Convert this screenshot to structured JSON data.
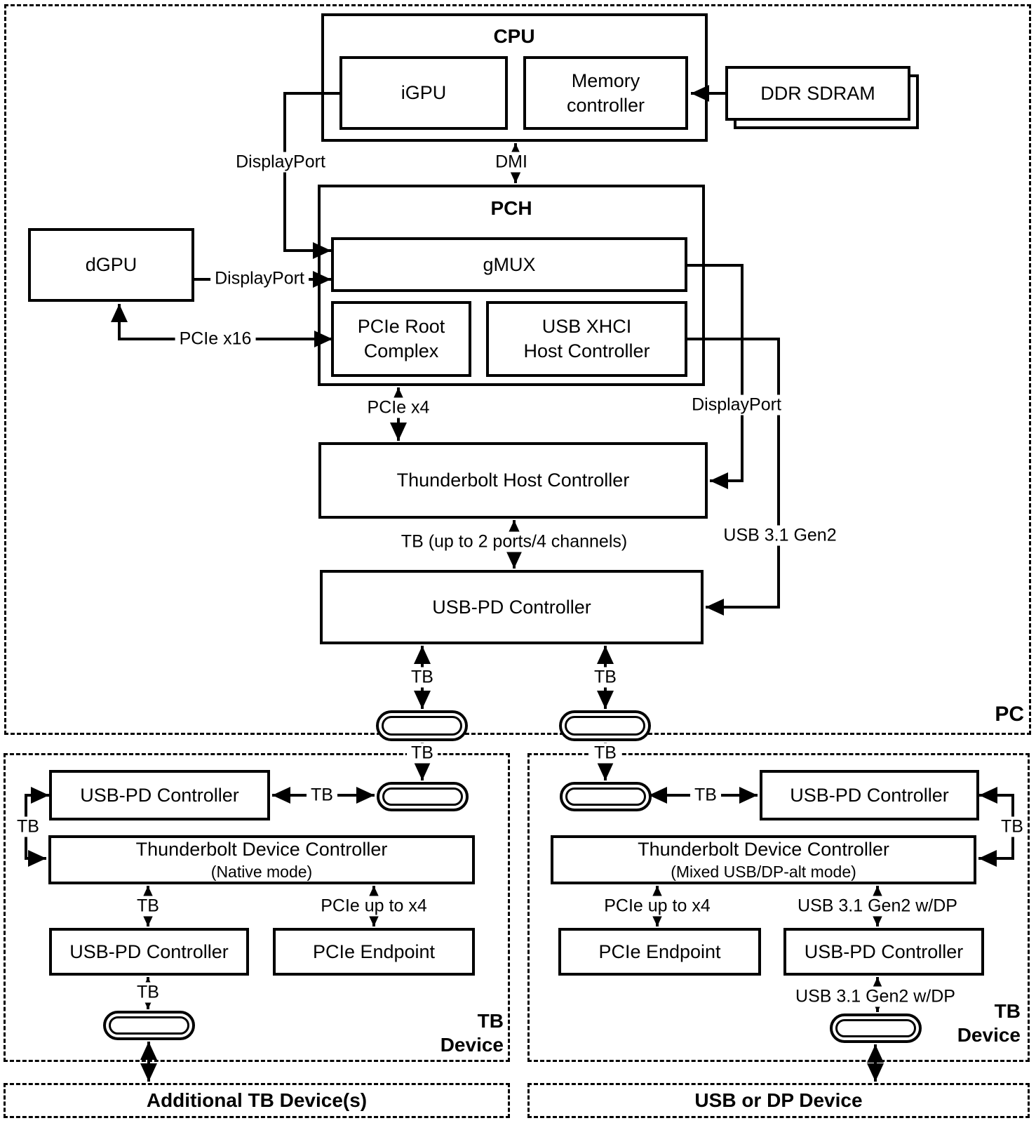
{
  "colors": {
    "ink": "#000000",
    "background": "#ffffff"
  },
  "pc": {
    "label": "PC",
    "cpu": {
      "title": "CPU",
      "igpu": "iGPU",
      "mem_line1": "Memory",
      "mem_line2": "controller"
    },
    "ddr_label": "DDR SDRAM",
    "dgpu_label": "dGPU",
    "pch": {
      "title": "PCH",
      "gmux": "gMUX",
      "root_line1": "PCIe Root",
      "root_line2": "Complex",
      "xhci_line1": "USB XHCI",
      "xhci_line2": "Host Controller"
    },
    "thc_label": "Thunderbolt Host Controller",
    "usbpd_label": "USB-PD Controller"
  },
  "links": {
    "displayport": "DisplayPort",
    "dmi": "DMI",
    "pcie_x16": "PCIe x16",
    "pcie_x4": "PCIe x4",
    "usb31": "USB 3.1 Gen2",
    "tb_ports": "TB (up to 2 ports/4 channels)",
    "tb": "TB",
    "pcie_up_to_x4": "PCIe up to x4",
    "usb31_dp": "USB 3.1 Gen2 w/DP"
  },
  "left_device": {
    "label_line1": "TB",
    "label_line2": "Device",
    "usbpd_top": "USB-PD Controller",
    "tdc_line1": "Thunderbolt Device Controller",
    "tdc_line2": "(Native mode)",
    "usbpd_bottom": "USB-PD Controller",
    "endpoint": "PCIe Endpoint",
    "footer": "Additional TB Device(s)"
  },
  "right_device": {
    "label_line1": "TB",
    "label_line2": "Device",
    "usbpd_top": "USB-PD Controller",
    "tdc_line1": "Thunderbolt Device Controller",
    "tdc_line2": "(Mixed USB/DP-alt mode)",
    "endpoint": "PCIe Endpoint",
    "usbpd_bottom": "USB-PD Controller",
    "footer": "USB or DP Device"
  }
}
